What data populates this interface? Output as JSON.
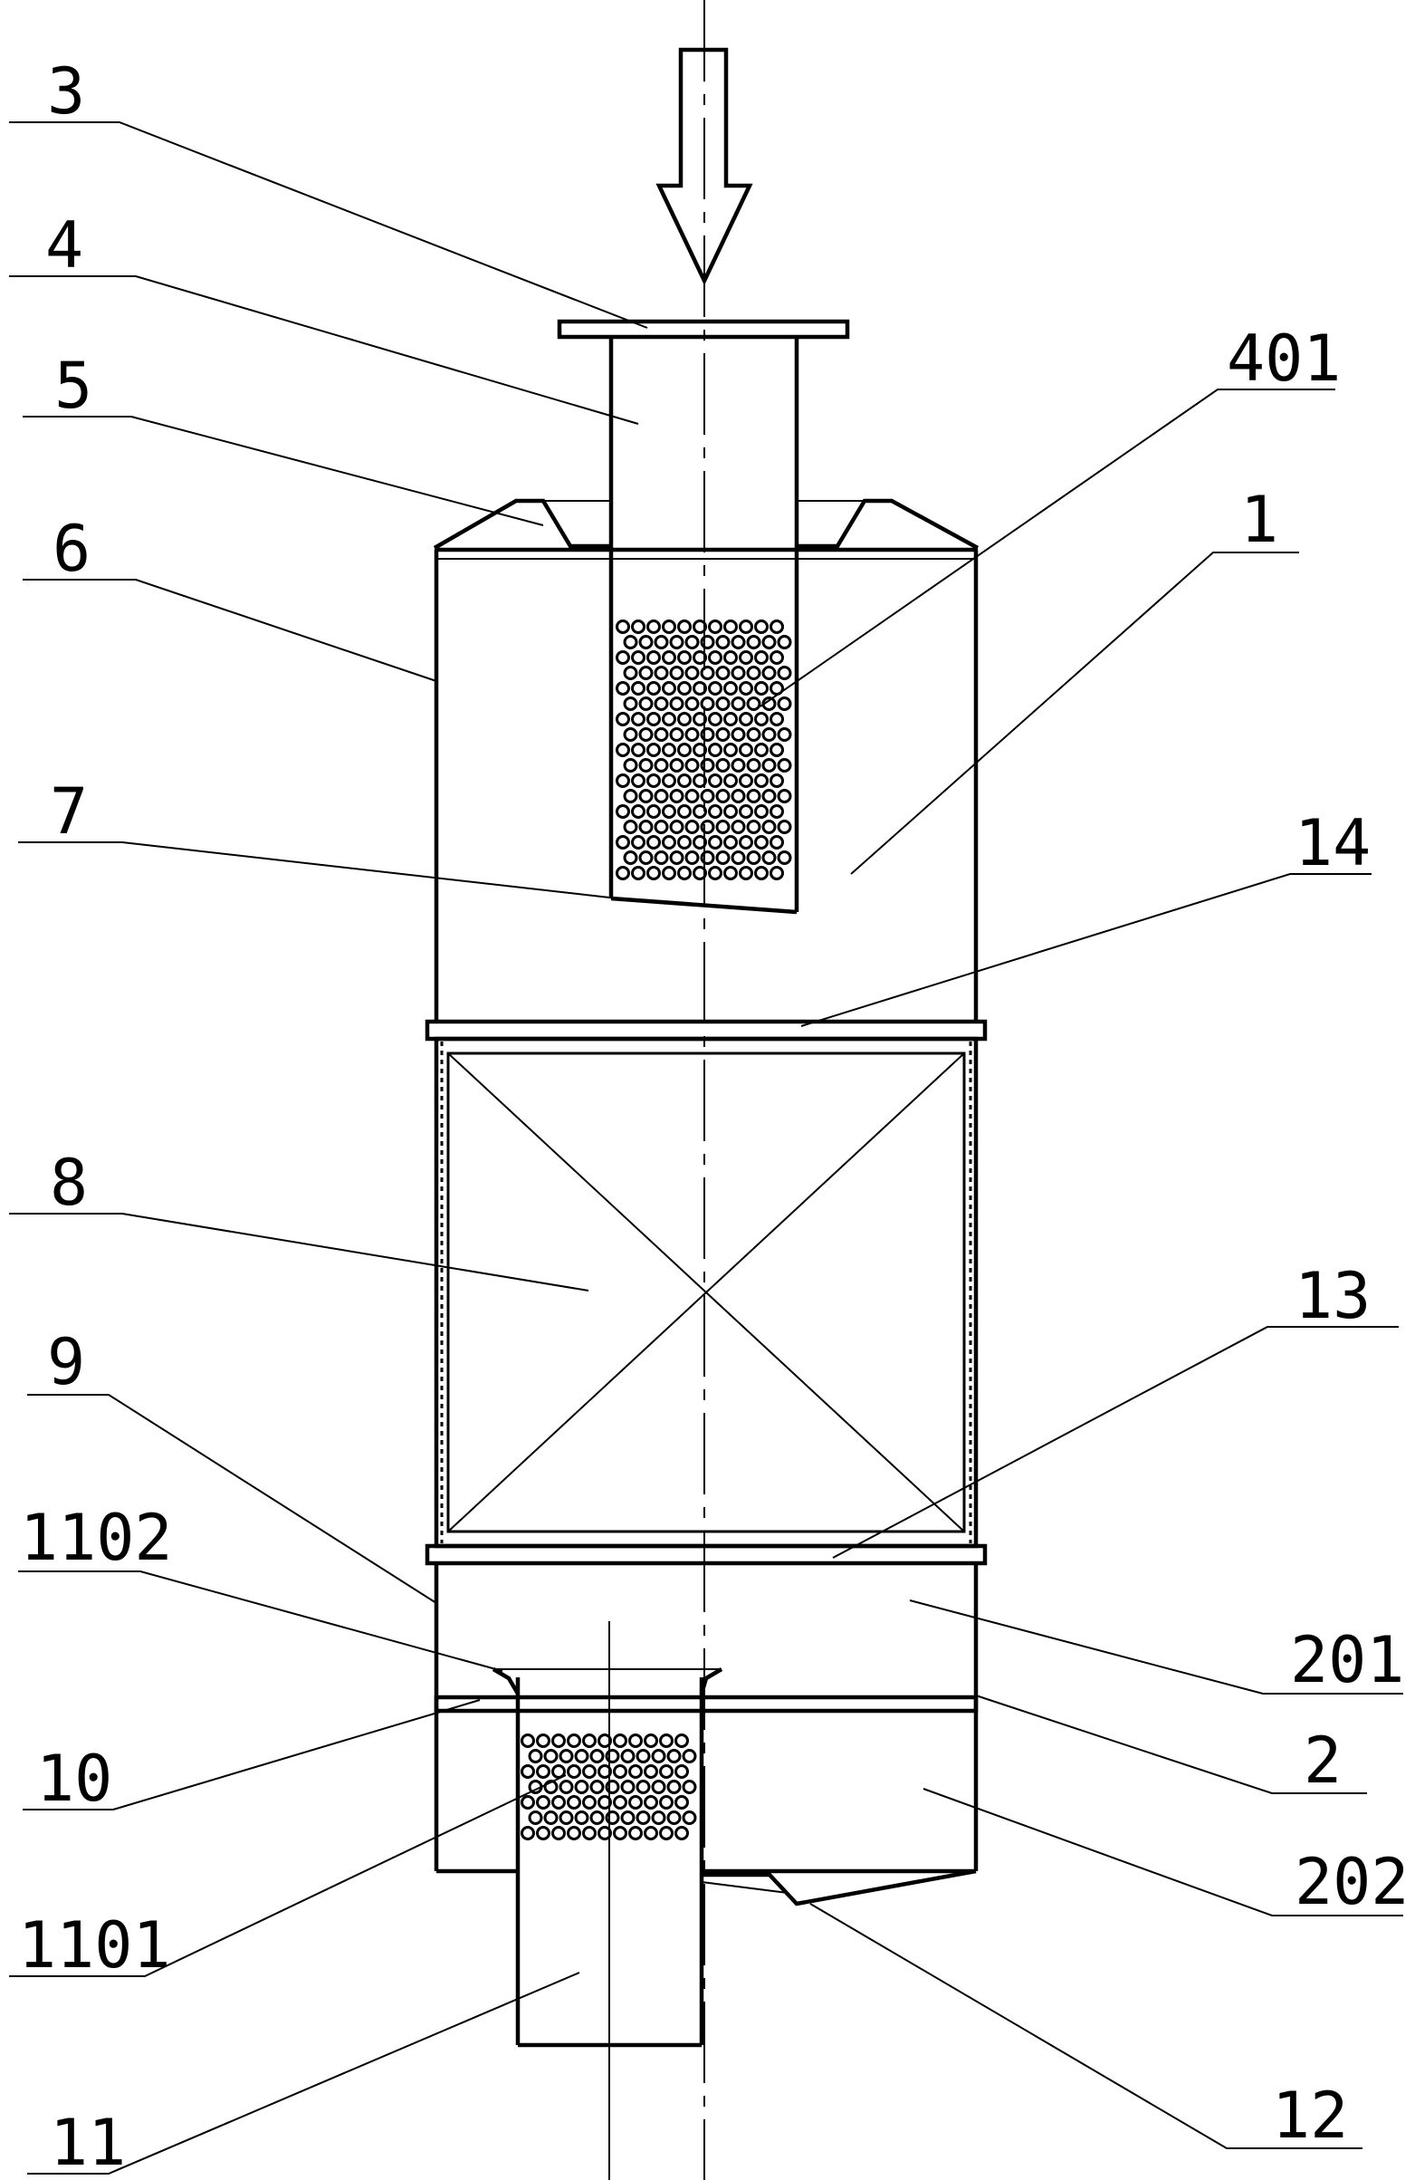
{
  "colors": {
    "ink": "#000000",
    "paper": "#ffffff"
  },
  "labels": {
    "l3": "3",
    "l4": "4",
    "l5": "5",
    "l6": "6",
    "l7": "7",
    "l8": "8",
    "l9": "9",
    "l1102": "1102",
    "l10": "10",
    "l1101": "1101",
    "l11": "11",
    "l401": "401",
    "l1": "1",
    "l14": "14",
    "l13": "13",
    "l201": "201",
    "l2": "2",
    "l202": "202",
    "l12": "12"
  }
}
